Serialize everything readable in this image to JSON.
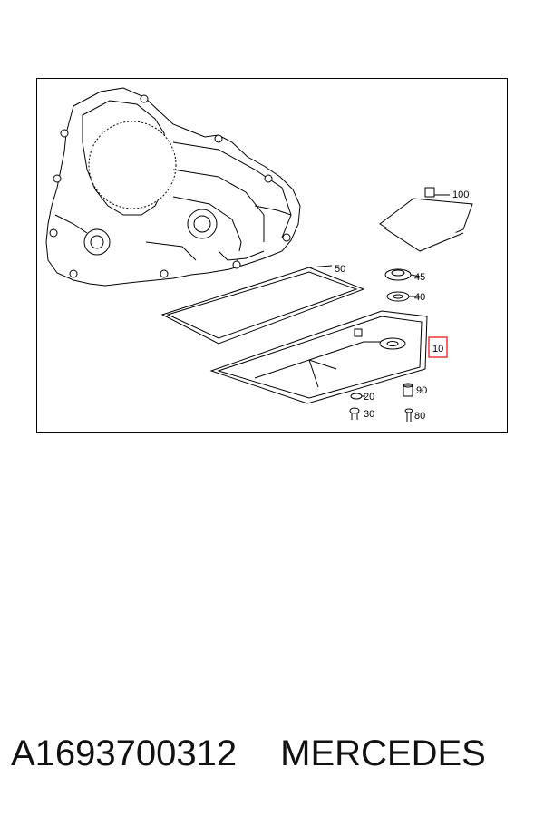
{
  "diagram": {
    "callouts": [
      {
        "id": "100",
        "label": "100"
      },
      {
        "id": "50",
        "label": "50"
      },
      {
        "id": "45",
        "label": "45"
      },
      {
        "id": "40",
        "label": "40"
      },
      {
        "id": "10",
        "label": "10",
        "highlighted": true
      },
      {
        "id": "90",
        "label": "90"
      },
      {
        "id": "20",
        "label": "20"
      },
      {
        "id": "30",
        "label": "30"
      },
      {
        "id": "80",
        "label": "80"
      }
    ],
    "highlight_color": "#e53935"
  },
  "caption": {
    "part_number": "A1693700312",
    "brand": "MERCEDES"
  }
}
